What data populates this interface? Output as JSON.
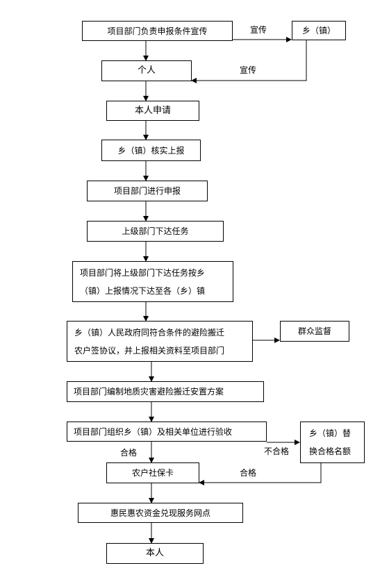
{
  "boxes": {
    "publicize_conditions": "项目部门负责申报条件宣传",
    "township_top": "乡（镇）",
    "individual": "个人",
    "self_apply": "本人申请",
    "township_verify": "乡（镇）核实上报",
    "dept_declare": "项目部门进行申报",
    "superior_assign": "上级部门下达任务",
    "assign_line1": "项目部门将上级部门下达任务按乡",
    "assign_line2": "（镇）上报情况下达至各（乡）镇",
    "agreement_line1": "乡（镇）人民政府同符合条件的避险搬迁",
    "agreement_line2": "农户签协议，并上报相关资料至项目部门",
    "public_supervision": "群众监督",
    "resettlement_plan": "项目部门编制地质灾害避险搬迁安置方案",
    "acceptance": "项目部门组织乡（镇）及相关单位进行验收",
    "replace_line1": "乡（镇）替",
    "replace_line2": "换合格名额",
    "social_card": "农户社保卡",
    "payment_outlet": "惠民惠农资金兑现服务网点",
    "self_final": "本人"
  },
  "labels": {
    "publicize_1": "宣传",
    "publicize_2": "宣传",
    "qualified_1": "合格",
    "unqualified": "不合格",
    "qualified_2": "合格"
  },
  "colors": {
    "line": "#000000",
    "box_border": "#000000",
    "background": "#ffffff"
  }
}
